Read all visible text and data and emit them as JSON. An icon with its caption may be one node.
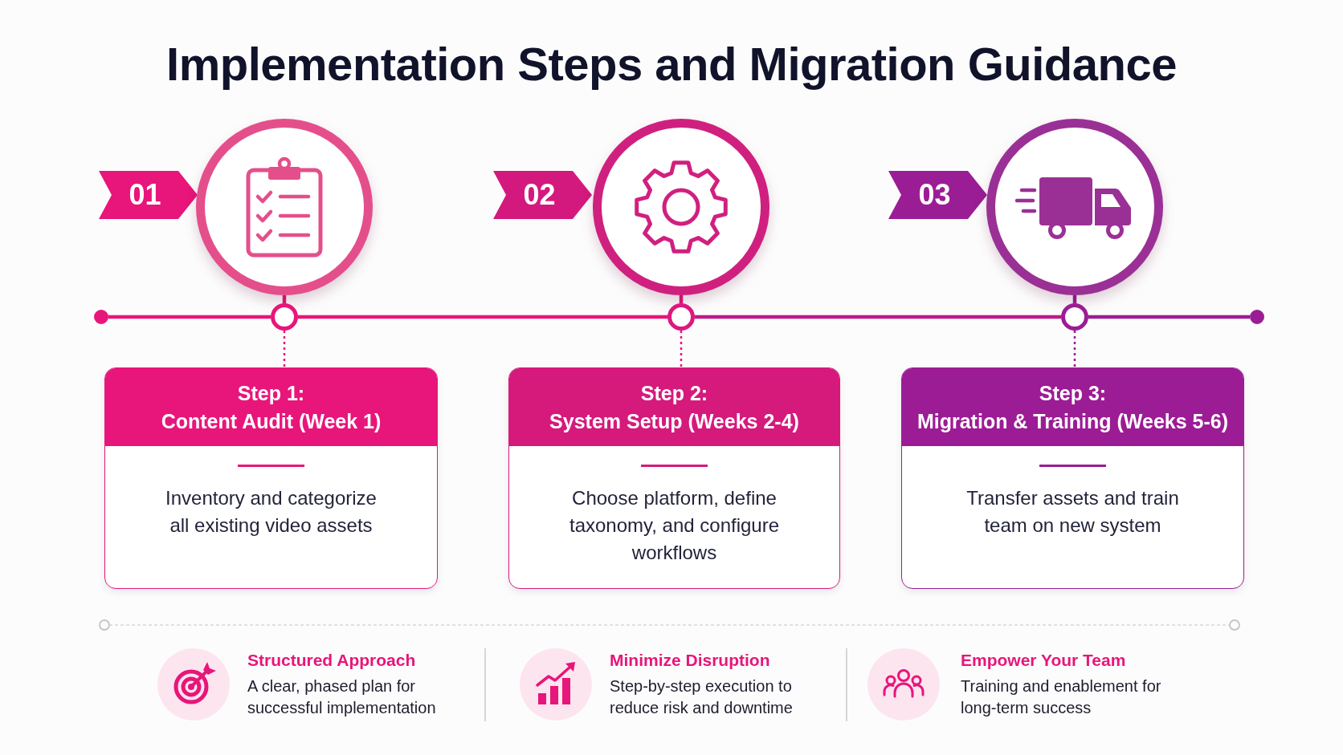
{
  "diagram": {
    "title": "Implementation Steps and Migration Guidance",
    "nodes": [
      {
        "text": [
          "01"
        ]
      },
      {
        "text": [],
        "shape": "circle"
      },
      {
        "text": [
          "02"
        ]
      },
      {
        "text": [],
        "shape": "circle"
      },
      {
        "text": [
          "03"
        ]
      },
      {
        "text": [],
        "shape": "circle"
      },
      {
        "text": [],
        "shape": "circle"
      },
      {
        "text": [],
        "shape": "circle"
      },
      {
        "text": [],
        "shape": "circle"
      },
      {
        "text": [],
        "shape": "circle"
      },
      {
        "text": [],
        "shape": "circle"
      },
      {
        "text": [
          "Step 1:",
          "Content Audit (Week 1)",
          "Inventory and categorize all existing video assets"
        ]
      },
      {
        "text": [
          "Step 2:",
          "System Setup (Weeks 2-4)",
          "Choose platform, define taxonomy, and configure workflows"
        ]
      },
      {
        "text": [
          "Step 3:",
          "Migration & Training (Weeks 5-6)",
          "Transfer assets and train team on new system"
        ]
      }
    ],
    "edges": [
      {
        "from": 6,
        "to": 7,
        "arrow": "none"
      },
      {
        "from": 7,
        "to": 8,
        "arrow": "none"
      },
      {
        "from": 8,
        "to": 9,
        "arrow": "none",
        "color": "#c01a8a"
      },
      {
        "from": 9,
        "to": 10,
        "arrow": "none",
        "color": "#9b1d95"
      },
      {
        "from": 1,
        "to": 7,
        "arrow": "none"
      },
      {
        "from": 3,
        "to": 8,
        "arrow": "none"
      },
      {
        "from": 5,
        "to": 9,
        "arrow": "none",
        "color": "#9b1d95"
      },
      {
        "from": 7,
        "to": 11,
        "arrow": "none",
        "style": "dashed"
      },
      {
        "from": 8,
        "to": 12,
        "arrow": "none",
        "style": "dashed"
      },
      {
        "from": 9,
        "to": 13,
        "arrow": "none",
        "style": "dashed",
        "color": "#9b1d95"
      }
    ],
    "labels": [
      "Structured Approach",
      "A clear, phased plan for successful implementation",
      "Minimize Disruption",
      "Step-by-step execution to reduce risk and downtime",
      "Empower Your Team",
      "Training and enablement for long-term success"
    ]
  }
}
